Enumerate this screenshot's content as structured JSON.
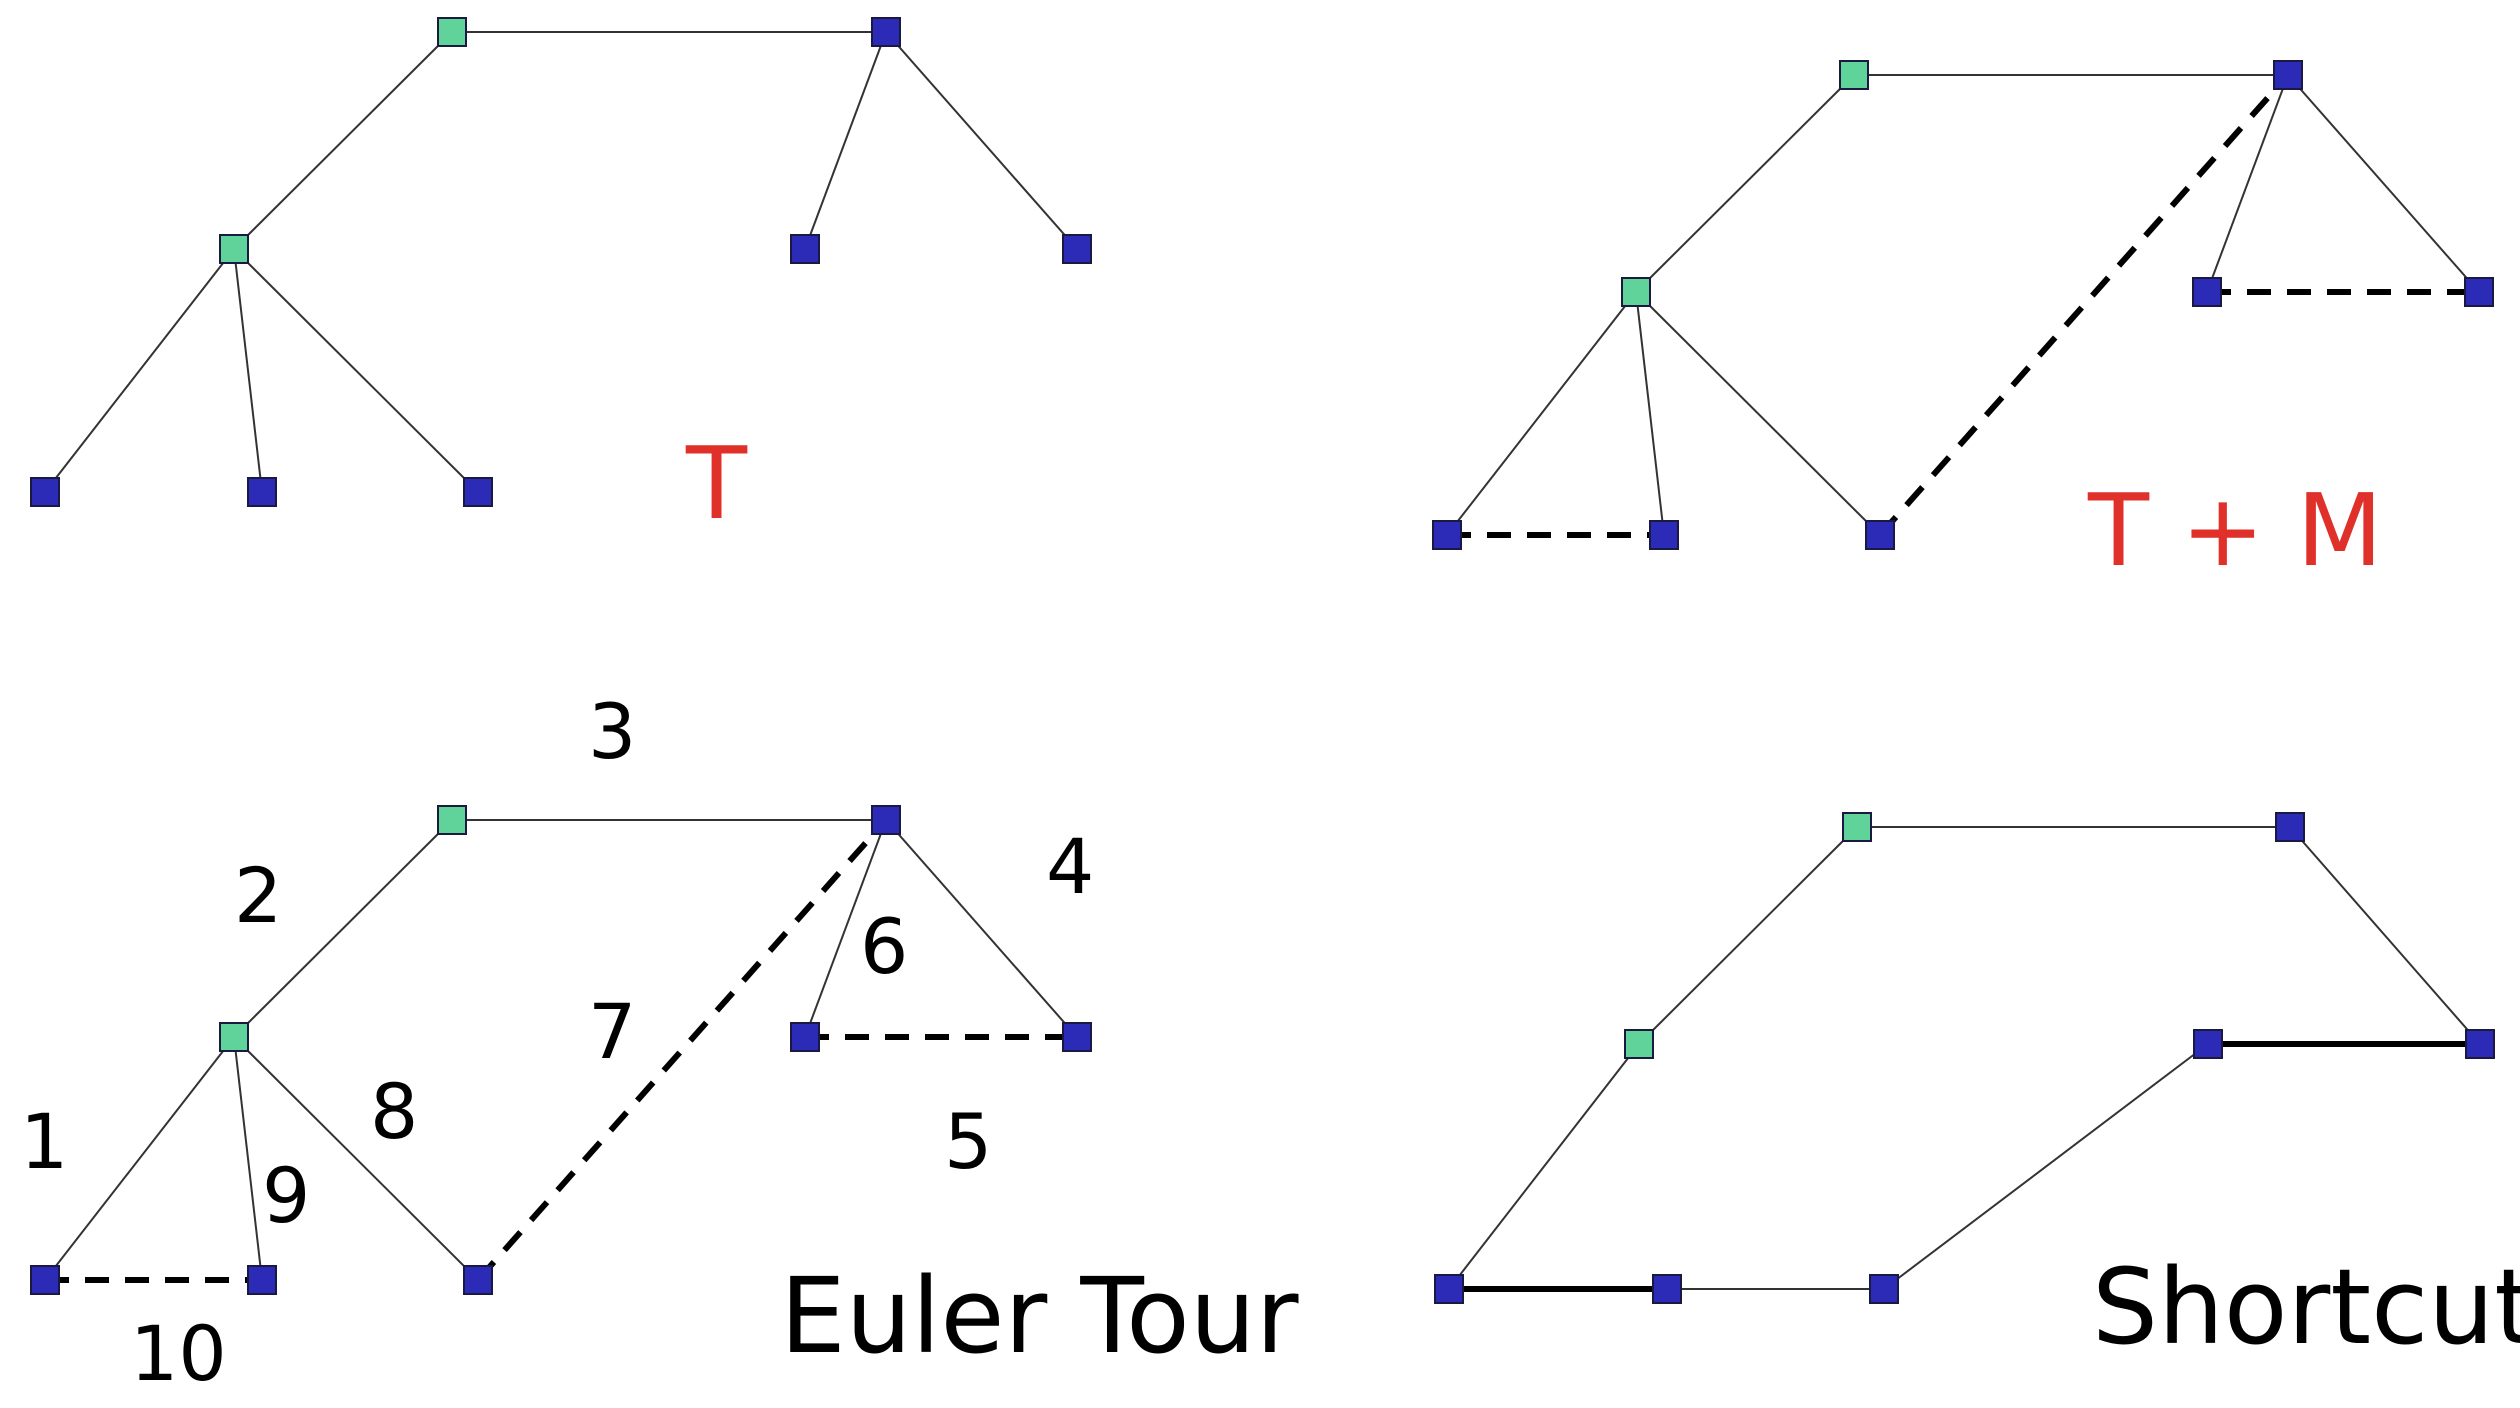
{
  "colors": {
    "internal_node": "#5fd39a",
    "leaf_node": "#2b2bb8",
    "tree_label": "#e0302a",
    "black_label": "#000000"
  },
  "panels": {
    "tree": {
      "label": "T"
    },
    "tree_plus_matching": {
      "label": "T + M"
    },
    "euler_tour": {
      "label": "Euler Tour",
      "edge_numbers": [
        "1",
        "2",
        "3",
        "4",
        "5",
        "6",
        "7",
        "8",
        "9",
        "10"
      ]
    },
    "shortcut": {
      "label": "Shortcut"
    }
  }
}
